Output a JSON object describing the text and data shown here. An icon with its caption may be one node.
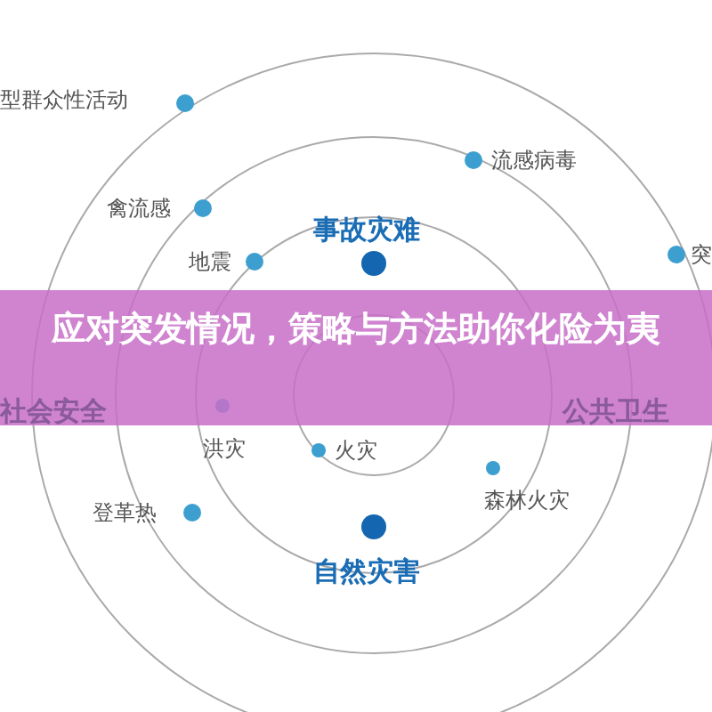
{
  "diagram": {
    "title": "应对突发情况，策略与方法助你化险为夷",
    "labels": [
      "型群众性活动",
      "禽流感",
      "流感病毒",
      "事故灾难",
      "地震",
      "突",
      "社会安全",
      "公共卫生",
      "洪灾",
      "火灾",
      "登革热",
      "森林火灾",
      "自然灾害"
    ]
  }
}
